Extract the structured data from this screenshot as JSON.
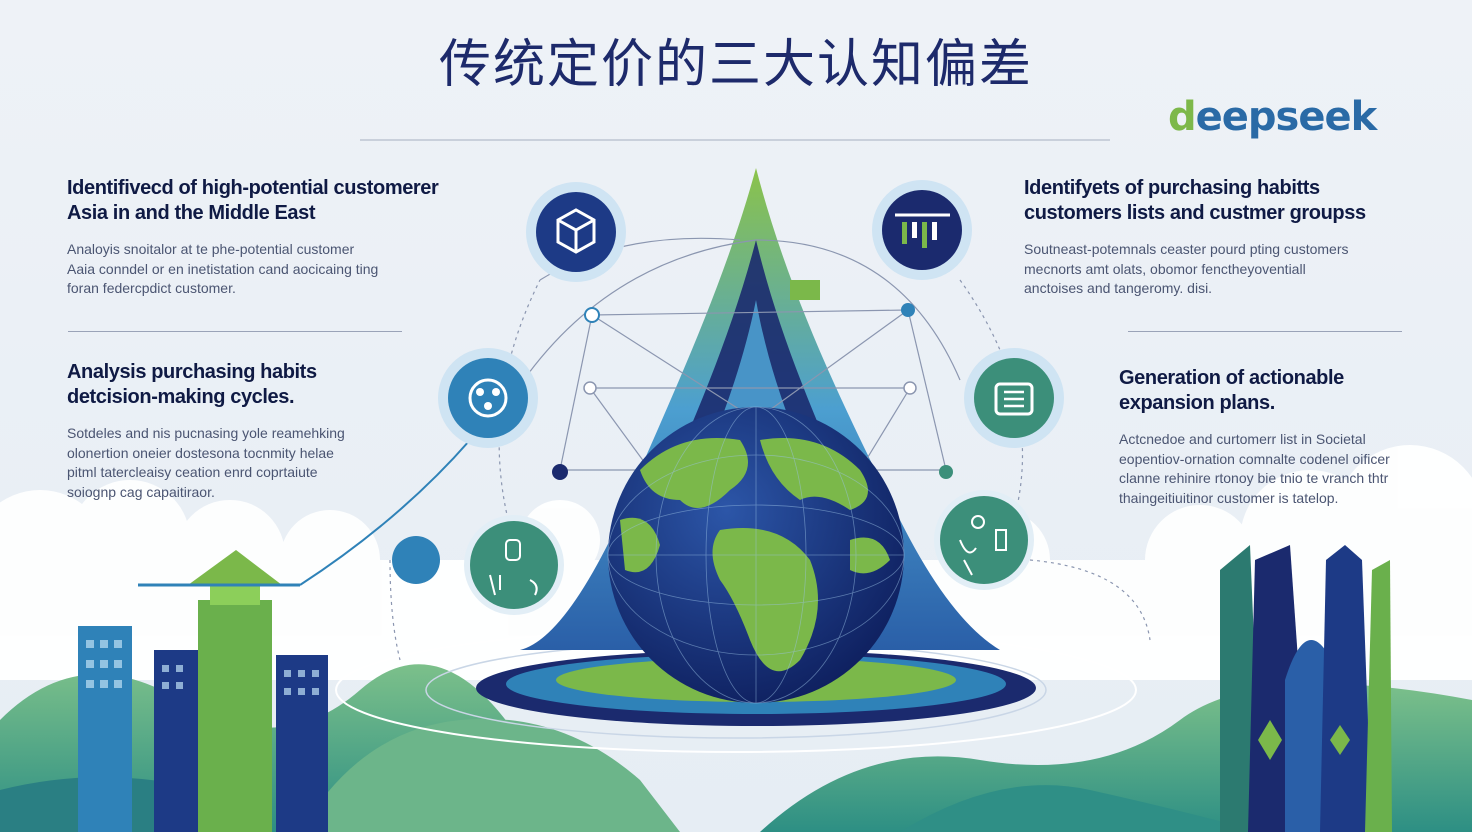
{
  "title": "传统定价的三大认知偏差",
  "logo": {
    "first": "d",
    "rest": "eepseek"
  },
  "blocks": [
    {
      "heading_l1": "Identifivecd of high-potential customerer",
      "heading_l2": "Asia in and the Middle East",
      "body_l1": "Analoyis snoitalor at te phe-potential customer",
      "body_l2": "Aaia conndel or en inetistation cand aocicaing ting",
      "body_l3": "foran federcpdict customer."
    },
    {
      "heading_l1": "Identifyets of purchasing habitts",
      "heading_l2": "customers lists and custmer groupss",
      "body_l1": "Soutneast-potemnals ceaster pourd pting customers",
      "body_l2": "mecnorts amt olats, obomor fenctheyoventiall",
      "body_l3": "anctoises and tangeromy. disi."
    },
    {
      "heading_l1": "Analysis   purchasing habits",
      "heading_l2": "detcision-making cycles.",
      "body_l1": "Sotdeles and nis pucnasing yole reamehking",
      "body_l2": "olonertion oneier dostesona tocnmity helae",
      "body_l3": "pitml tatercleaisy ceation enrd coprtaiute",
      "body_l4": "soiognp cag capaitiraor."
    },
    {
      "heading_l1": "Generation of actionable",
      "heading_l2": "expansion plans.",
      "body_l1": "Actcnedoe and curtomerr list in Societal",
      "body_l2": "eopentiov-ornation comnalte codenel oificer",
      "body_l3": "clanne rehinire rtonoy bie tnio te vranch thtr",
      "body_l4": "thaingeitiuitinor customer is tatelop."
    }
  ],
  "colors": {
    "navy": "#1b2a6e",
    "blue": "#2f7fc1",
    "sky": "#6fb0dc",
    "green": "#7bb84a",
    "teal": "#3c8f7a",
    "title": "#1d2a6b"
  },
  "icons": [
    "cube-icon",
    "bar-chart-icon",
    "globe-network-icon",
    "list-icon",
    "robot-icon",
    "gears-icon",
    "globe-icon"
  ]
}
